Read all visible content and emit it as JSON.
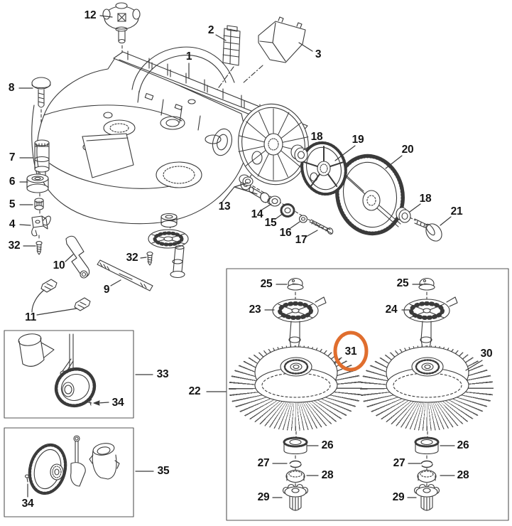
{
  "diagram": {
    "type": "exploded-parts-diagram",
    "highlighted_label": "31",
    "highlight_color": "#E06E2E",
    "line_color": "#3a3a3a",
    "labels": [
      "12",
      "2",
      "3",
      "1",
      "8",
      "18",
      "19",
      "20",
      "7",
      "6",
      "5",
      "4",
      "32",
      "13",
      "14",
      "15",
      "16",
      "17",
      "18",
      "21",
      "32",
      "10",
      "9",
      "11",
      "33",
      "34",
      "22",
      "35",
      "34",
      "25",
      "23",
      "25",
      "24",
      "31",
      "30",
      "26",
      "27",
      "28",
      "29",
      "26",
      "27",
      "28",
      "29"
    ]
  }
}
